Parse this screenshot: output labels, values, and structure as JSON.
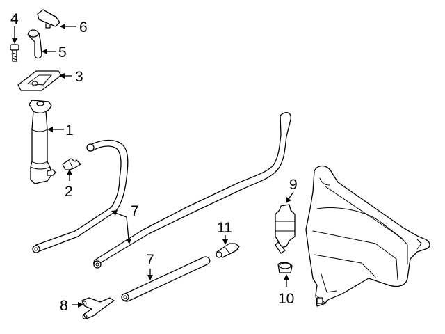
{
  "diagram": {
    "callouts": {
      "n1": "1",
      "n2": "2",
      "n3": "3",
      "n4": "4",
      "n5": "5",
      "n6": "6",
      "n7a": "7",
      "n7b": "7",
      "n8": "8",
      "n9": "9",
      "n10": "10",
      "n11": "11"
    }
  }
}
